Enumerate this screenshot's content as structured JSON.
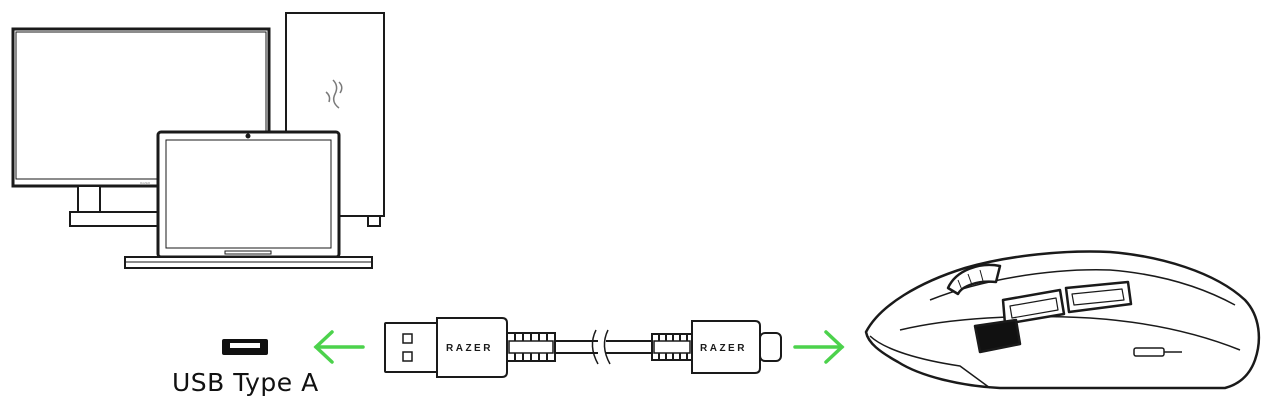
{
  "port": {
    "label": "USB Type A"
  },
  "cable": {
    "brand_left": "RAZER",
    "brand_right": "RAZER"
  },
  "colors": {
    "arrow": "#4cd24c",
    "line": "#1a1a1a",
    "logo": "#7a7a7a"
  },
  "icons": {
    "monitor": "monitor-icon",
    "pc_tower": "pc-tower-icon",
    "laptop": "laptop-icon",
    "usb_port": "usb-type-a-port-icon",
    "mouse": "gaming-mouse-icon"
  }
}
